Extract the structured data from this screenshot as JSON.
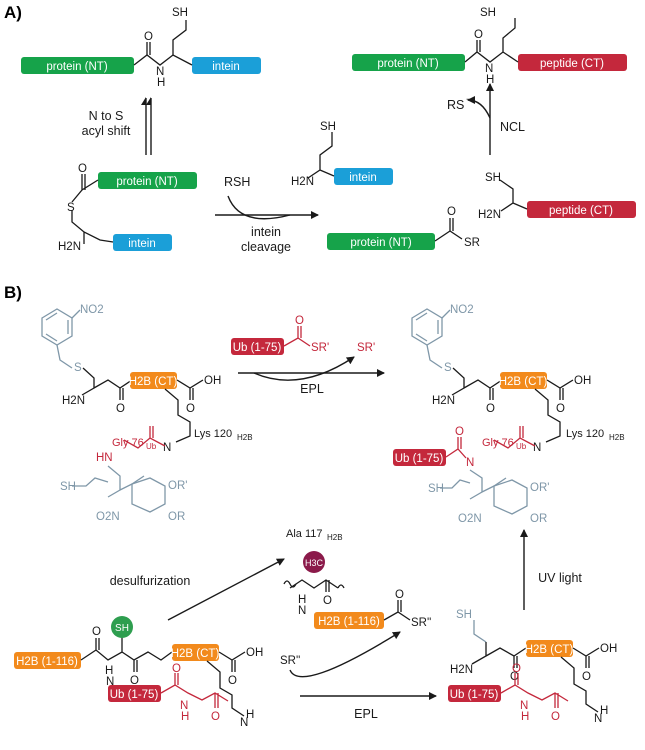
{
  "colors": {
    "green": "#16a34a",
    "blue": "#1b9fd8",
    "red": "#c4283c",
    "orange": "#f28a1c",
    "grey": "#7f97a8",
    "methyl": "#8b1a4a",
    "sh_ball": "#2e9e4f"
  },
  "sectionA": {
    "label": "A)",
    "protein_nt": "protein (NT)",
    "intein": "intein",
    "peptide_ct": "peptide (CT)",
    "n_to_s_line1": "N to S",
    "n_to_s_line2": "acyl shift",
    "rsh": "RSH",
    "intein_cleavage_line1": "intein",
    "intein_cleavage_line2": "cleavage",
    "ncl": "NCL",
    "rs_minus": "RS",
    "atoms": {
      "sh": "SH",
      "o": "O",
      "s": "S",
      "h": "H",
      "n": "N",
      "h2n": "H2N",
      "sr": "SR"
    }
  },
  "sectionB": {
    "label": "B)",
    "ub_1_75": "Ub (1-75)",
    "h2b_ct": "H2B (CT)",
    "h2b_1_116": "H2B (1-116)",
    "sr_prime": "SR'",
    "sr_dprime": "SR''",
    "epl": "EPL",
    "lys120": "Lys 120",
    "lys120_sub": "H2B",
    "gly76": "Gly 76",
    "gly76_sub": "Ub",
    "ala117": "Ala 117",
    "ala117_sub": "H2B",
    "desulfurization": "desulfurization",
    "uv_light": "UV light",
    "no2": "NO2",
    "o2n": "O2N",
    "or_prime": "OR'",
    "or": "OR",
    "oh": "OH",
    "hn": "HN",
    "h3c": "H3C",
    "sh_ball": "SH"
  }
}
